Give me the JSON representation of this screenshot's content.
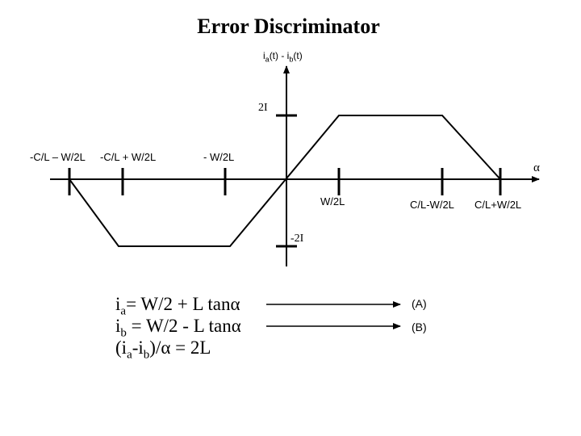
{
  "title": "Error Discriminator",
  "y_axis_label": {
    "a": "i",
    "a_sub": "a",
    "mid": "(t) - i",
    "b_sub": "b",
    "tail": "(t)"
  },
  "x_axis_label": "α",
  "levels": {
    "top": "2I",
    "bottom": "-2I"
  },
  "ticks": {
    "neg_outer": "-C/L – W/2L",
    "neg_inner": "-C/L + W/2L",
    "neg_w": "- W/2L",
    "pos_w": "W/2L",
    "pos_inner": "C/L-W/2L",
    "pos_outer": "C/L+W/2L"
  },
  "equations": [
    {
      "pre": "i",
      "sub": "a",
      "post": "= W/2 + L tanα",
      "tag": "(A)"
    },
    {
      "pre": "i",
      "sub": "b",
      "post": " = W/2 - L tanα",
      "tag": "(B)"
    },
    {
      "pre": "(i",
      "sub": "a",
      "mid": "-i",
      "sub2": "b",
      "post": ")/α = 2L"
    }
  ],
  "colors": {
    "line": "#000000",
    "background": "#ffffff"
  }
}
